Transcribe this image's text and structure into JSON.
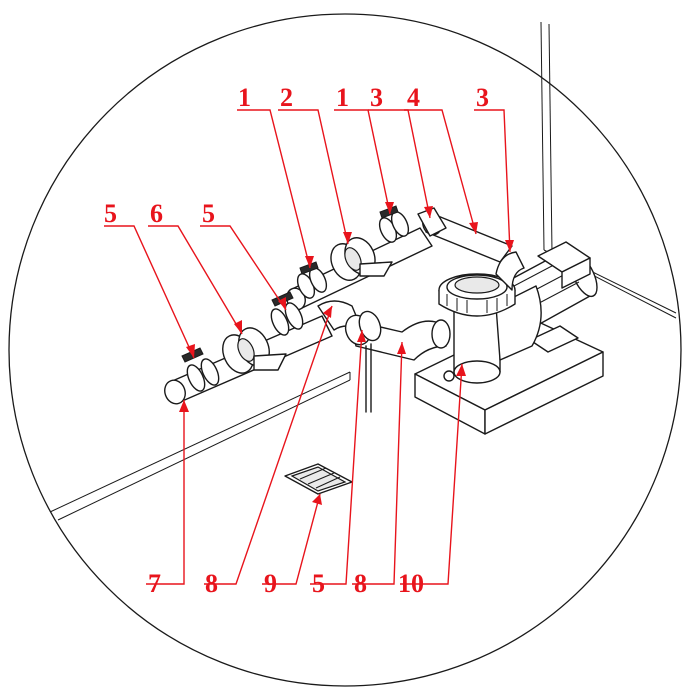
{
  "colors": {
    "leader": "#e8141c",
    "drawing": "#1a1a1a",
    "background": "#ffffff"
  },
  "callouts": [
    {
      "id": "c-top-1a",
      "label": "1"
    },
    {
      "id": "c-top-2",
      "label": "2"
    },
    {
      "id": "c-top-1b",
      "label": "1"
    },
    {
      "id": "c-top-3a",
      "label": "3"
    },
    {
      "id": "c-top-4",
      "label": "4"
    },
    {
      "id": "c-top-3b",
      "label": "3"
    },
    {
      "id": "c-left-5a",
      "label": "5"
    },
    {
      "id": "c-left-6",
      "label": "6"
    },
    {
      "id": "c-left-5b",
      "label": "5"
    },
    {
      "id": "c-bot-7",
      "label": "7"
    },
    {
      "id": "c-bot-8a",
      "label": "8"
    },
    {
      "id": "c-bot-9",
      "label": "9"
    },
    {
      "id": "c-bot-5",
      "label": "5"
    },
    {
      "id": "c-bot-8b",
      "label": "8"
    },
    {
      "id": "c-bot-10",
      "label": "10"
    }
  ]
}
